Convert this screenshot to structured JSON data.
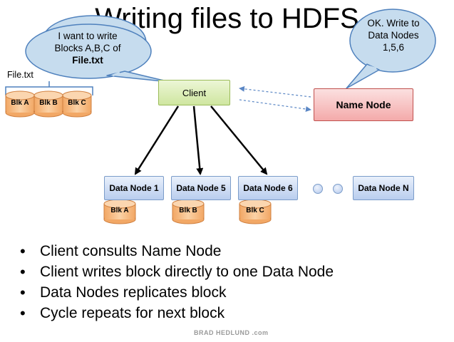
{
  "title": "Writing files to HDFS",
  "client_bubble": {
    "line1": "I want to write",
    "line2": "Blocks A,B,C of",
    "line3": "File.txt"
  },
  "namenode_bubble": {
    "line1": "OK. Write to",
    "line2": "Data Nodes",
    "line3": "1,5,6"
  },
  "file": {
    "name": "File.txt",
    "blocks": [
      "Blk A",
      "Blk B",
      "Blk C"
    ]
  },
  "client_label": "Client",
  "namenode_label": "Name Node",
  "data_nodes": [
    {
      "label": "Data Node 1",
      "block": "Blk A"
    },
    {
      "label": "Data Node 5",
      "block": "Blk B"
    },
    {
      "label": "Data Node 6",
      "block": "Blk C"
    },
    {
      "label": "Data Node N"
    }
  ],
  "bullets": [
    "Client consults Name Node",
    "Client writes block directly to one Data Node",
    "Data Nodes replicates block",
    "Cycle repeats for next block"
  ],
  "watermark": "BRAD HEDLUND .com",
  "colors": {
    "client_fill": "#cfe6a0",
    "namenode_fill": "#f4aaaa",
    "datanode_fill": "#b9cdee",
    "block_fill": "#f7c08a",
    "bubble_fill": "#c6dcee",
    "bubble_stroke": "#4f81bd"
  },
  "icons": [
    "block-cylinder-icon",
    "ellipsis-dot-icon",
    "arrow-icon"
  ]
}
